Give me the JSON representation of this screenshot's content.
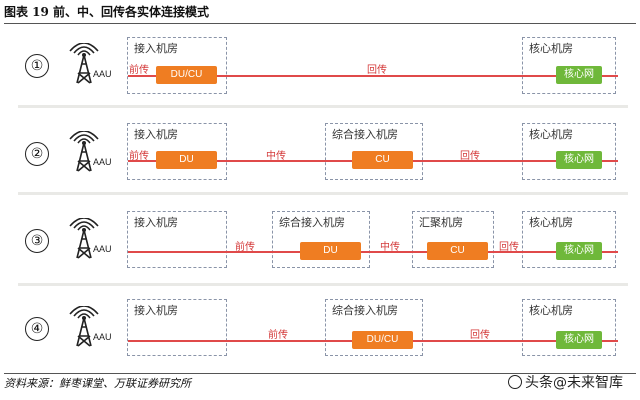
{
  "figure_title": "图表 19 前、中、回传各实体连接模式",
  "source": "资料来源：鲜枣课堂、万联证券研究所",
  "watermark": "头条@未来智库",
  "antenna_label": "AAU",
  "rows": [
    {
      "number": "①",
      "rooms": [
        {
          "label": "接入机房"
        },
        {
          "label": "核心机房"
        }
      ],
      "links": [
        "前传",
        "回传"
      ],
      "nodes": [
        "DU/CU",
        "核心网"
      ]
    },
    {
      "number": "②",
      "rooms": [
        {
          "label": "接入机房"
        },
        {
          "label": "综合接入机房"
        },
        {
          "label": "核心机房"
        }
      ],
      "links": [
        "前传",
        "中传",
        "回传"
      ],
      "nodes": [
        "DU",
        "CU",
        "核心网"
      ]
    },
    {
      "number": "③",
      "rooms": [
        {
          "label": "接入机房"
        },
        {
          "label": "综合接入机房"
        },
        {
          "label": "汇聚机房"
        },
        {
          "label": "核心机房"
        }
      ],
      "links": [
        "前传",
        "中传",
        "回传"
      ],
      "nodes": [
        "DU",
        "CU",
        "核心网"
      ]
    },
    {
      "number": "④",
      "rooms": [
        {
          "label": "接入机房"
        },
        {
          "label": "综合接入机房"
        },
        {
          "label": "核心机房"
        }
      ],
      "links": [
        "前传",
        "回传"
      ],
      "nodes": [
        "DU/CU",
        "核心网"
      ]
    }
  ],
  "colors": {
    "link": "#e04a4a",
    "orange_node": "#ef7d22",
    "green_node": "#6fb83a",
    "room_border": "#8a94a8"
  }
}
